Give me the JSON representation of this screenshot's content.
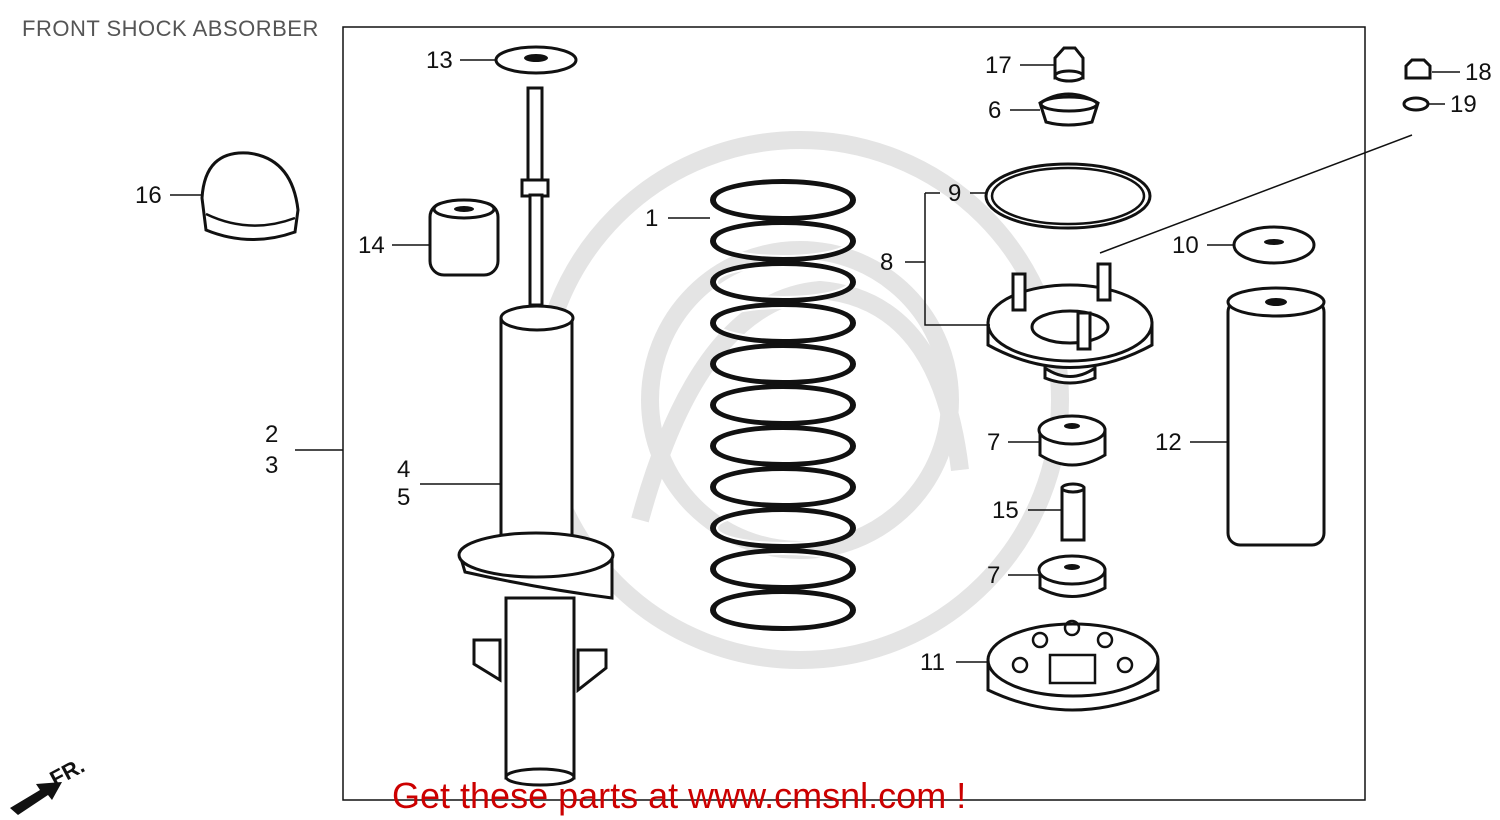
{
  "title": "FRONT SHOCK ABSORBER",
  "footer": "Get these parts at www.cmsnl.com !",
  "direction": "FR.",
  "labels": {
    "p1": "1",
    "p2": "2",
    "p3": "3",
    "p4": "4",
    "p5": "5",
    "p6": "6",
    "p7a": "7",
    "p7b": "7",
    "p8": "8",
    "p9": "9",
    "p10": "10",
    "p11": "11",
    "p12": "12",
    "p13": "13",
    "p14": "14",
    "p15": "15",
    "p16": "16",
    "p17": "17",
    "p18": "18",
    "p19": "19"
  }
}
